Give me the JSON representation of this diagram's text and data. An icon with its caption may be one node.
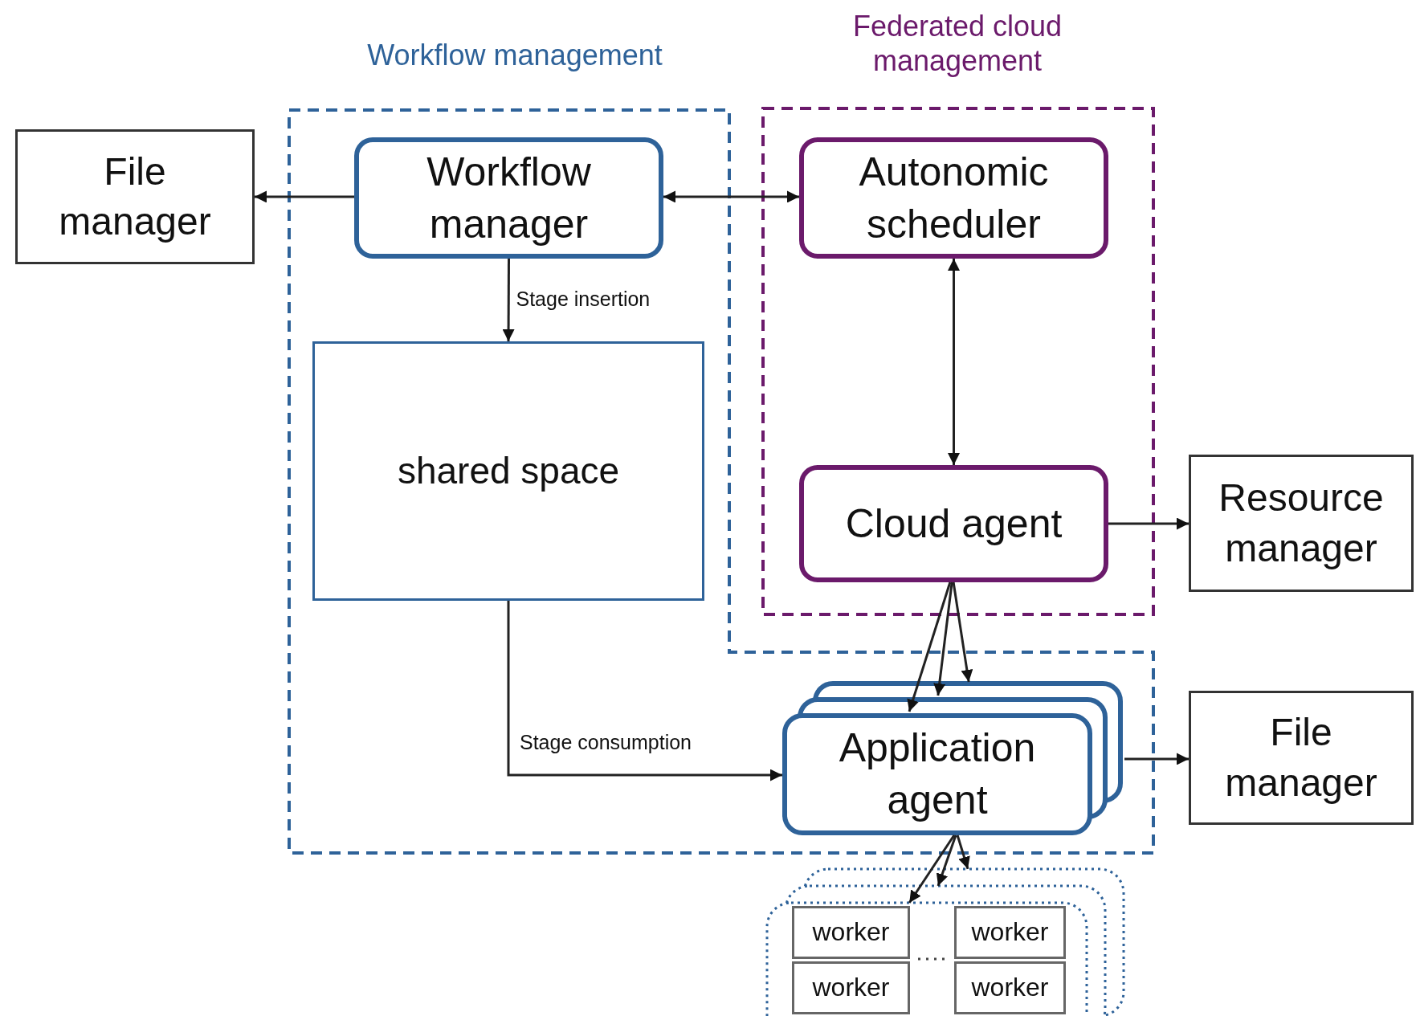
{
  "diagram": {
    "nodes": [
      {
        "text": [
          "Workflow management"
        ]
      },
      {
        "text": [
          "Workflow manager"
        ],
        "in": 0
      },
      {
        "text": [
          "shared space"
        ],
        "in": 0
      },
      {
        "text": [
          "Application agent"
        ],
        "in": 0
      },
      {
        "text": [
          "Federated cloud management"
        ]
      },
      {
        "text": [
          "Autonomic scheduler"
        ],
        "in": 4
      },
      {
        "text": [
          "Cloud agent"
        ],
        "in": 4
      },
      {
        "text": [
          "File manager"
        ]
      },
      {
        "text": [
          "Resource manager"
        ]
      },
      {
        "text": [
          "File manager"
        ]
      },
      {
        "text": [],
        "shape": "box"
      },
      {
        "text": [
          "worker"
        ],
        "in": 10
      },
      {
        "text": [
          "worker"
        ],
        "in": 10
      },
      {
        "text": [
          "worker"
        ],
        "in": 10
      },
      {
        "text": [
          "worker"
        ],
        "in": 10
      }
    ],
    "edges": [
      {
        "from": 1,
        "to": 7,
        "arrow": "to"
      },
      {
        "from": 1,
        "to": 5,
        "arrow": "both"
      },
      {
        "from": 1,
        "to": 2,
        "arrow": "to",
        "label": "Stage insertion"
      },
      {
        "from": 5,
        "to": 6,
        "arrow": "both"
      },
      {
        "from": 6,
        "to": 8,
        "arrow": "to"
      },
      {
        "from": 2,
        "to": 3,
        "arrow": "to",
        "label": "Stage consumption"
      },
      {
        "from": 6,
        "to": 3,
        "arrow": "to"
      },
      {
        "from": 6,
        "to": 3,
        "arrow": "to"
      },
      {
        "from": 6,
        "to": 3,
        "arrow": "to"
      },
      {
        "from": 3,
        "to": 9,
        "arrow": "to"
      },
      {
        "from": 3,
        "to": 10,
        "arrow": "to"
      },
      {
        "from": 3,
        "to": 10,
        "arrow": "to"
      },
      {
        "from": 3,
        "to": 10,
        "arrow": "to"
      }
    ]
  }
}
